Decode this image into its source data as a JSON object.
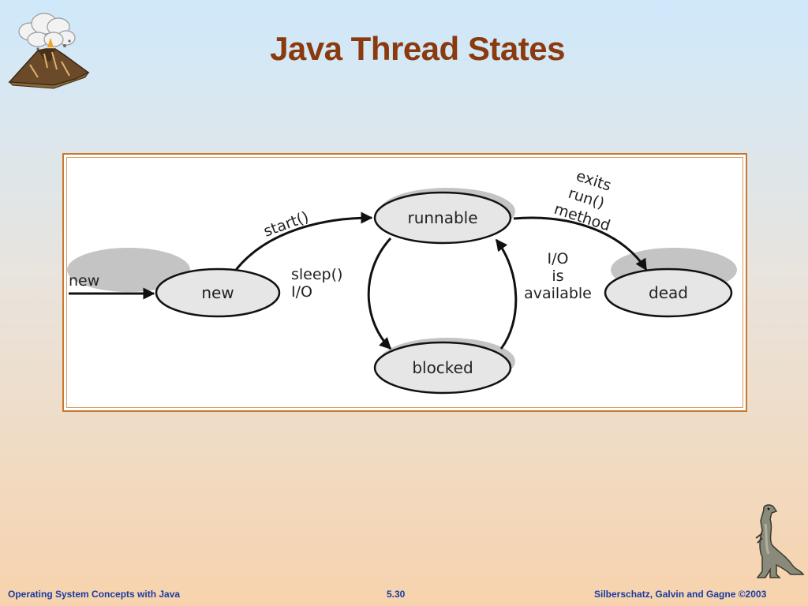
{
  "slide": {
    "title": "Java Thread States"
  },
  "diagram": {
    "states": {
      "new": "new",
      "runnable": "runnable",
      "blocked": "blocked",
      "dead": "dead"
    },
    "transitions": {
      "entry": "new",
      "start": "start()",
      "to_blocked_line1": "sleep()",
      "to_blocked_line2": "I/O",
      "io_available_line1": "I/O",
      "io_available_line2": "is",
      "io_available_line3": "available",
      "exit_line1": "exits",
      "exit_line2": "run()",
      "exit_line3": "method"
    }
  },
  "footer": {
    "left": "Operating System Concepts with Java",
    "center": "5.30",
    "right": "Silberschatz, Galvin and Gagne ©2003"
  },
  "icons": {
    "top_left": "volcano-icon",
    "bottom_right": "dinosaur-icon"
  },
  "colors": {
    "title": "#8a3a0e",
    "footer": "#1a3aa0",
    "frame": "#c8782e",
    "state_fill": "#e6e6e6"
  }
}
